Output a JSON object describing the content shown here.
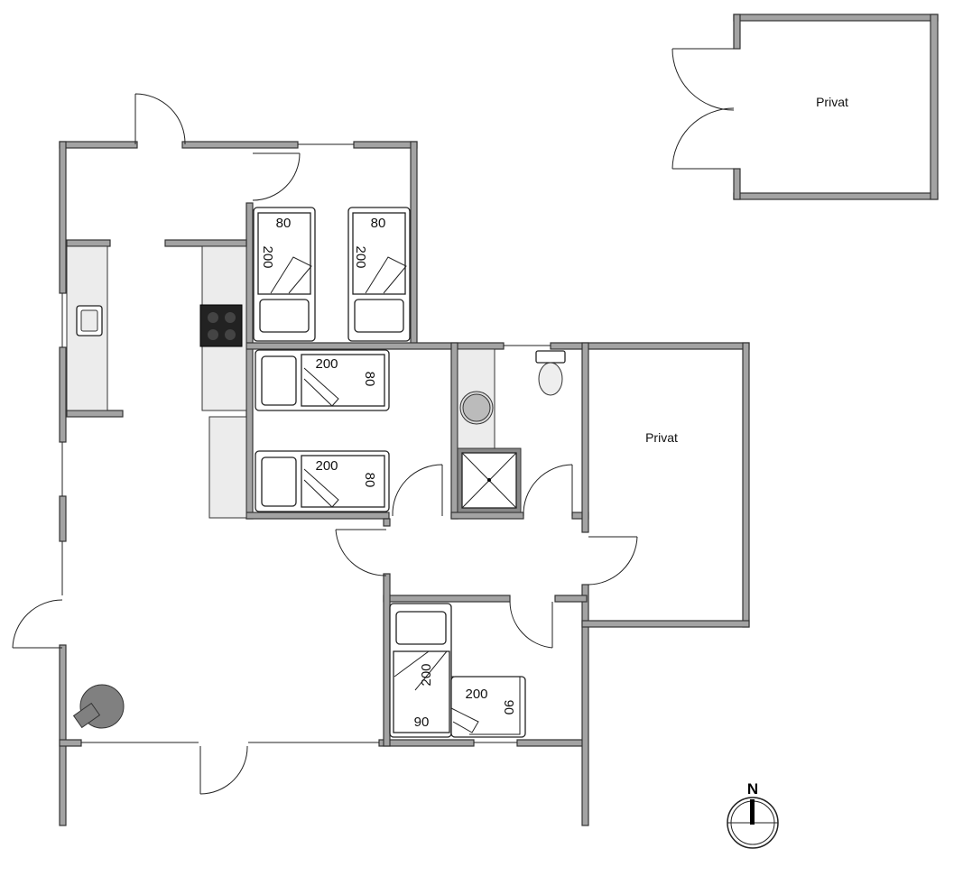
{
  "rooms": {
    "annex": {
      "label": "Privat"
    },
    "private_room": {
      "label": "Privat"
    }
  },
  "beds": {
    "bed1": {
      "width": "80",
      "length": "200"
    },
    "bed2": {
      "width": "80",
      "length": "200"
    },
    "bed3": {
      "width": "80",
      "length": "200"
    },
    "bed4": {
      "width": "80",
      "length": "200"
    },
    "bed5": {
      "width": "90",
      "length": "200"
    },
    "bed6": {
      "width": "90",
      "length": "200"
    }
  },
  "compass": {
    "label": "N"
  },
  "colors": {
    "wall": "#a3a3a3",
    "outline": "#333333",
    "counter": "#ececec"
  }
}
